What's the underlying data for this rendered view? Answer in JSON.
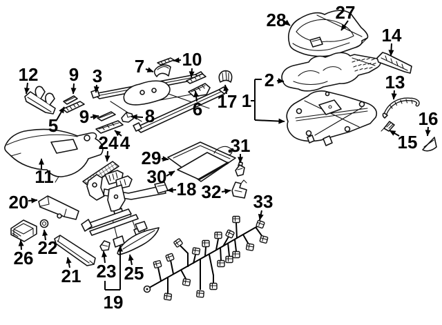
{
  "diagram": {
    "background_color": "#ffffff",
    "line_color": "#111111",
    "label_color": "#000000"
  },
  "callouts": {
    "c1": {
      "label": "1"
    },
    "c2": {
      "label": "2"
    },
    "c3": {
      "label": "3"
    },
    "c4": {
      "label": "4"
    },
    "c5": {
      "label": "5"
    },
    "c6": {
      "label": "6"
    },
    "c7": {
      "label": "7"
    },
    "c8": {
      "label": "8"
    },
    "c9a": {
      "label": "9"
    },
    "c9b": {
      "label": "9"
    },
    "c10": {
      "label": "10"
    },
    "c11": {
      "label": "11"
    },
    "c12": {
      "label": "12"
    },
    "c13": {
      "label": "13"
    },
    "c14": {
      "label": "14"
    },
    "c15": {
      "label": "15"
    },
    "c16": {
      "label": "16"
    },
    "c17": {
      "label": "17"
    },
    "c18": {
      "label": "18"
    },
    "c19": {
      "label": "19"
    },
    "c20": {
      "label": "20"
    },
    "c21": {
      "label": "21"
    },
    "c22": {
      "label": "22"
    },
    "c23": {
      "label": "23"
    },
    "c24": {
      "label": "24"
    },
    "c25": {
      "label": "25"
    },
    "c26": {
      "label": "26"
    },
    "c27": {
      "label": "27"
    },
    "c28": {
      "label": "28"
    },
    "c29": {
      "label": "29"
    },
    "c30": {
      "label": "30"
    },
    "c31": {
      "label": "31"
    },
    "c32": {
      "label": "32"
    },
    "c33": {
      "label": "33"
    }
  }
}
